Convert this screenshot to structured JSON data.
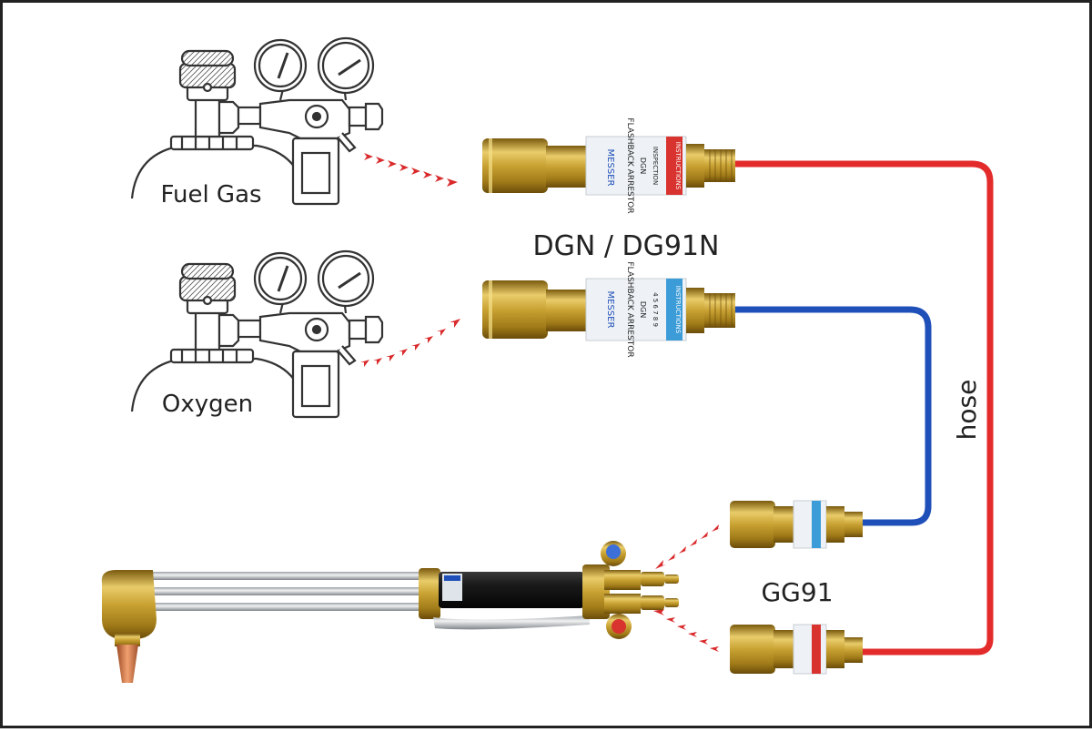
{
  "labels": {
    "fuel_gas": "Fuel Gas",
    "oxygen": "Oxygen",
    "arrestor_model": "DGN / DG91N",
    "torch_valve_model": "GG91",
    "hose": "hose"
  },
  "arrestor_label_text": {
    "brand": "MESSER",
    "product": "FLASHBACK ARRESTOR",
    "model": "DGN",
    "inspection": "INSPECTION",
    "instructions": "INSTRUCTIONS",
    "digits": "4 5 6 7 8 9"
  },
  "colors": {
    "frame": "#222222",
    "fuel_hose": "#e32b2b",
    "oxygen_hose": "#1f4fb8",
    "flow_arrow": "#d9292b",
    "brass": "#c9a233",
    "brass_dark": "#8a6a12",
    "fuel_label_stripe": "#d8332e",
    "oxygen_label_stripe": "#3c9cd8",
    "drawing_line": "#333333"
  },
  "icons": {
    "regulator": "pressure-regulator-icon",
    "cylinder": "gas-cylinder-icon",
    "arrestor": "flashback-arrestor-icon",
    "torch": "cutting-torch-icon",
    "flow": "flow-arrow-icon"
  }
}
